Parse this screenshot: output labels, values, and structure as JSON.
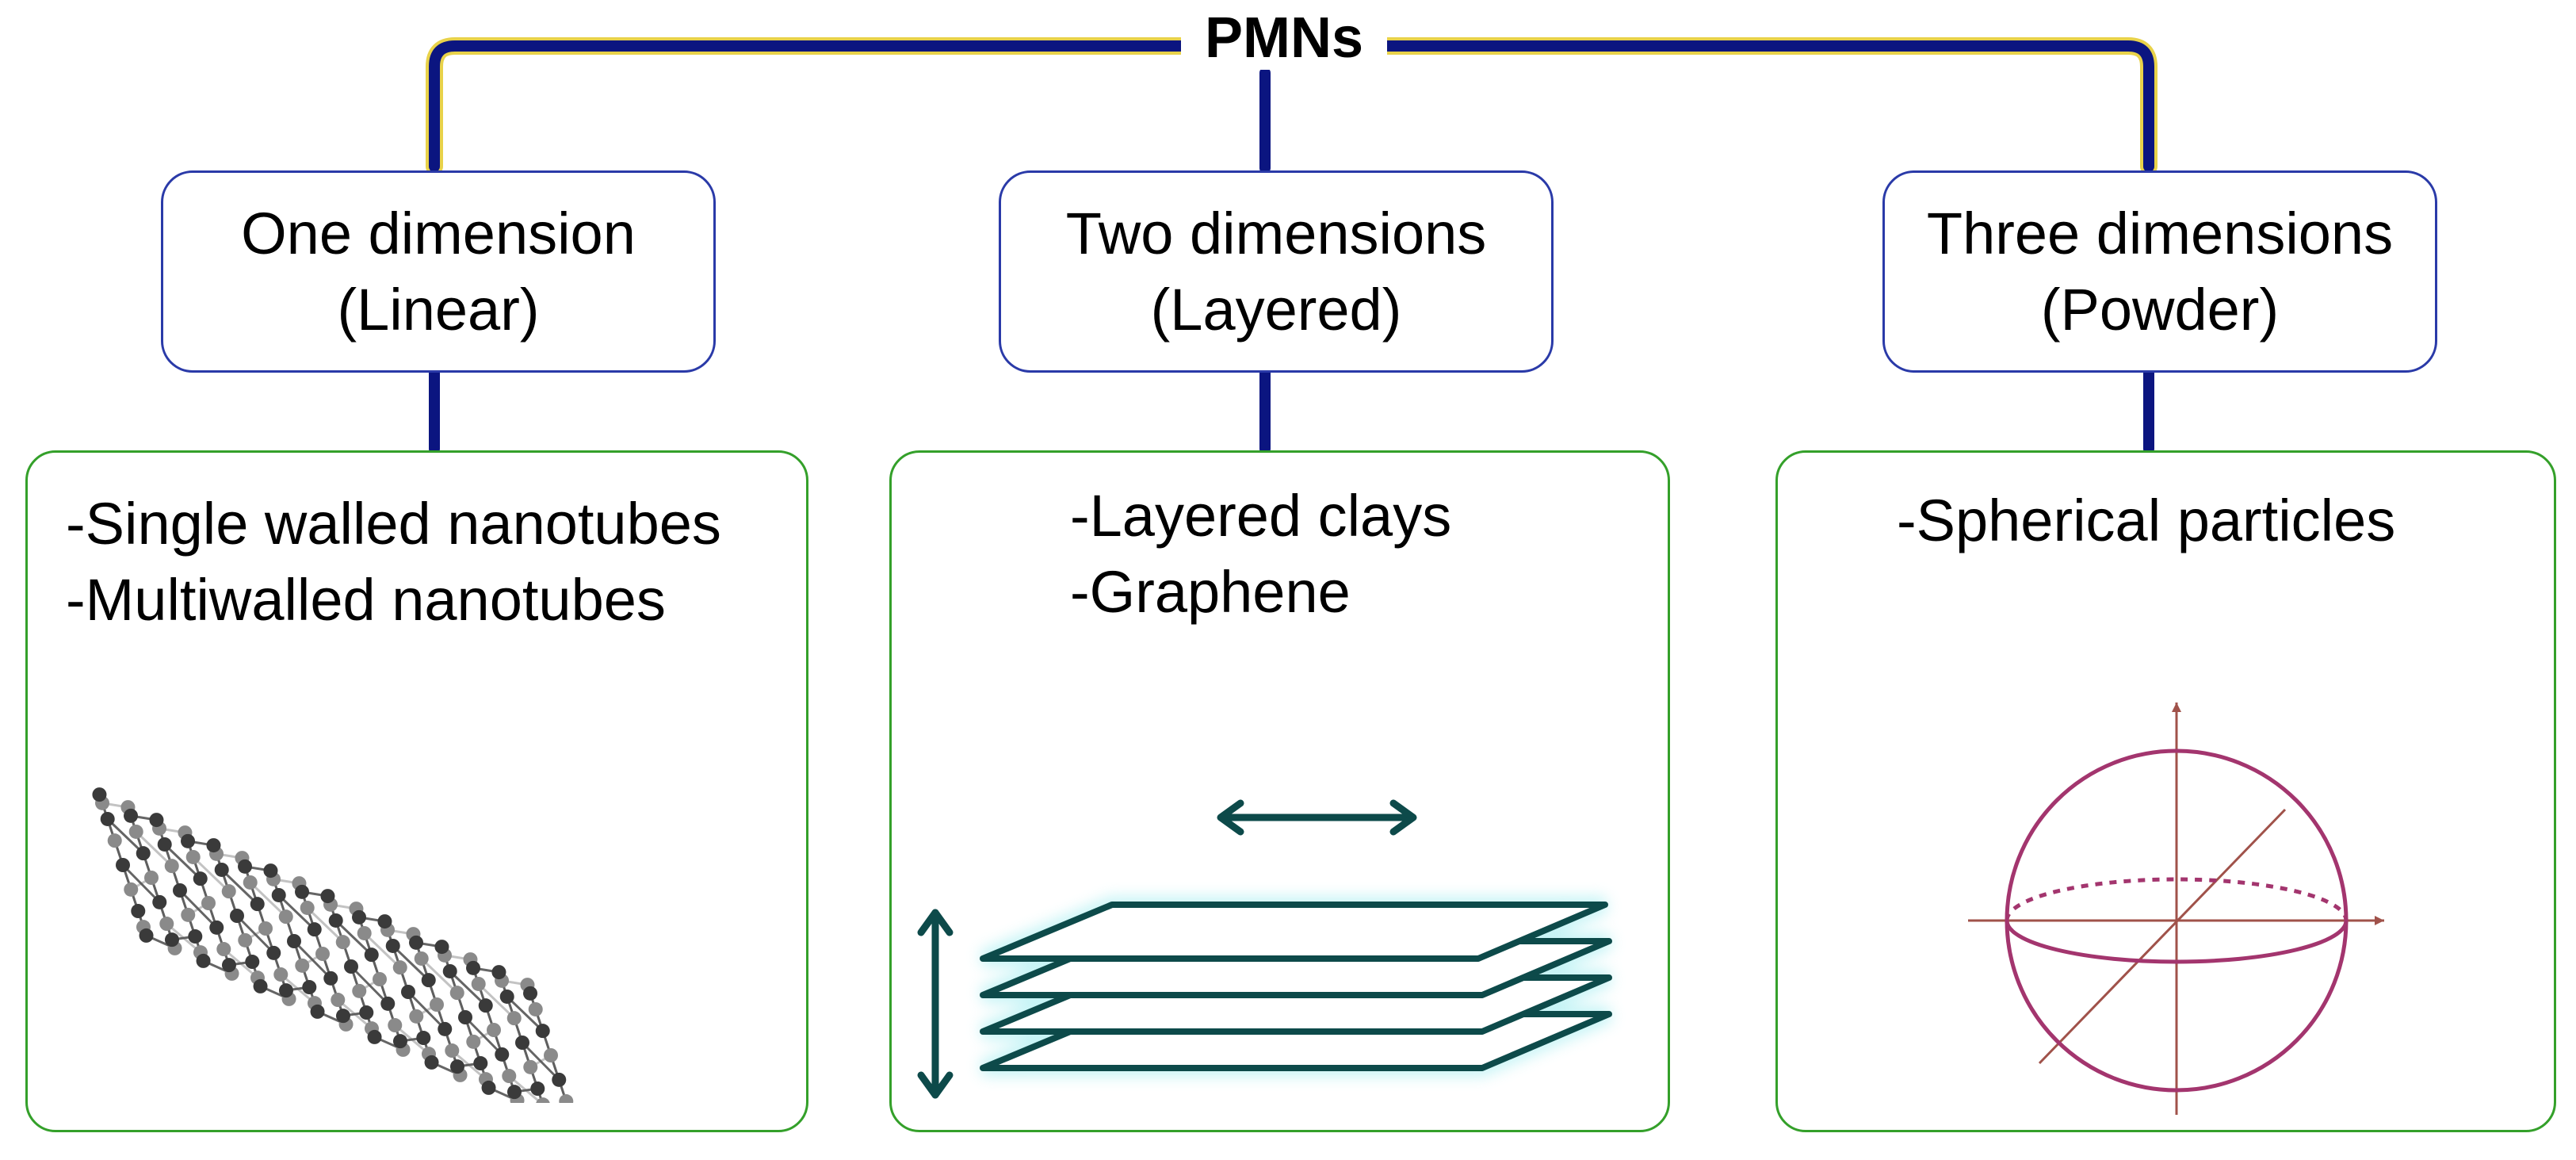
{
  "root": {
    "title": "PMNs"
  },
  "categories": [
    {
      "line1": "One dimension",
      "line2": "(Linear)",
      "examples": [
        "-Single walled nanotubes",
        "-Multiwalled nanotubes"
      ],
      "illustration": "carbon-nanotube-icon"
    },
    {
      "line1": "Two dimensions",
      "line2": "(Layered)",
      "examples": [
        "-Layered clays",
        "-Graphene"
      ],
      "illustration": "stacked-layers-icon"
    },
    {
      "line1": "Three dimensions",
      "line2": "(Powder)",
      "examples": [
        "-Spherical particles"
      ],
      "illustration": "sphere-axes-icon"
    }
  ],
  "colors": {
    "connector": "#0b1580",
    "connector_outline": "#e8d24a",
    "category_border": "#2a3aa8",
    "example_border": "#34a02a",
    "layer_stroke": "#0d4a4a",
    "layer_glow": "#7fe6ea",
    "sphere": "#a3356e",
    "axis": "#a0524a"
  }
}
